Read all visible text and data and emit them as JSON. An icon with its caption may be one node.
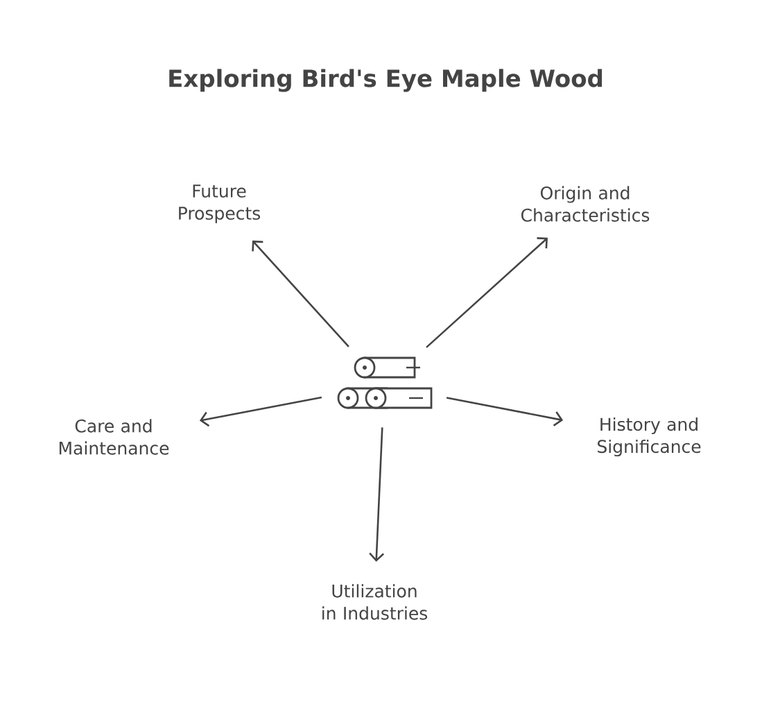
{
  "diagram": {
    "title": "Exploring Bird's Eye Maple Wood",
    "nodes": [
      {
        "text": [],
        "shape": "picture"
      },
      {
        "text": [
          "Future Prospects"
        ]
      },
      {
        "text": [
          "Origin and Characteristics"
        ]
      },
      {
        "text": [
          "Care and Maintenance"
        ]
      },
      {
        "text": [
          "History and Significance"
        ]
      },
      {
        "text": [
          "Utilization in Industries"
        ]
      }
    ],
    "edges": [
      {
        "from": 0,
        "to": 1,
        "arrow": "to"
      },
      {
        "from": 0,
        "to": 2,
        "arrow": "to"
      },
      {
        "from": 0,
        "to": 3,
        "arrow": "to"
      },
      {
        "from": 0,
        "to": 4,
        "arrow": "to"
      },
      {
        "from": 0,
        "to": 5,
        "arrow": "to"
      }
    ]
  }
}
